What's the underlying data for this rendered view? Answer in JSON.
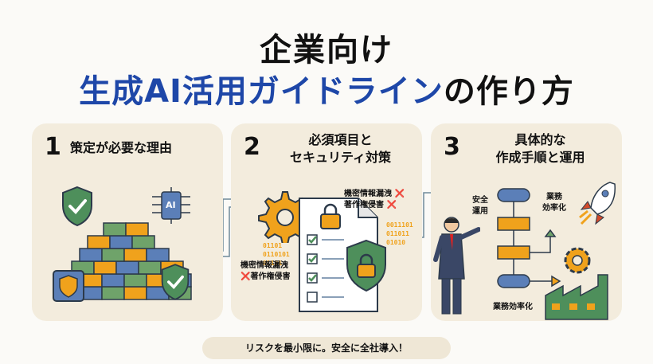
{
  "title": {
    "line1": "企業向け",
    "line2_blue": "生成AI活用ガイドライン",
    "line2_dark": "の作り方"
  },
  "panels": [
    {
      "number": "1",
      "title_lines": [
        "策定が必要な理由"
      ],
      "icon_text": "AI"
    },
    {
      "number": "2",
      "title_lines": [
        "必須項目と",
        "セキュリティ対策"
      ],
      "binary_left": [
        "01101",
        "0110101",
        "01101"
      ],
      "binary_right": [
        "0011101",
        "011011",
        "01010"
      ],
      "checklist_top": [
        "機密情報漏洩",
        "著作権侵害"
      ],
      "checklist_bottom": [
        "機密情報漏洩",
        "著作権侵害"
      ],
      "cross_mark": "❌"
    },
    {
      "number": "3",
      "title_lines": [
        "具体的な",
        "作成手順と運用"
      ],
      "label_safe": [
        "安全",
        "運用"
      ],
      "label_efficiency_top": [
        "業務",
        "効率化"
      ],
      "label_efficiency_bottom": "業務効率化"
    }
  ],
  "footer": "リスクを最小限に。安全に全社導入！",
  "colors": {
    "accent_blue": "#1e47a8",
    "panel_bg": "#f3ecdd",
    "shield_green": "#4e8f5b",
    "gear_orange": "#f0a21c",
    "block_blue": "#5b7fb8",
    "block_green": "#6fa36a",
    "block_orange": "#f0a21c"
  }
}
